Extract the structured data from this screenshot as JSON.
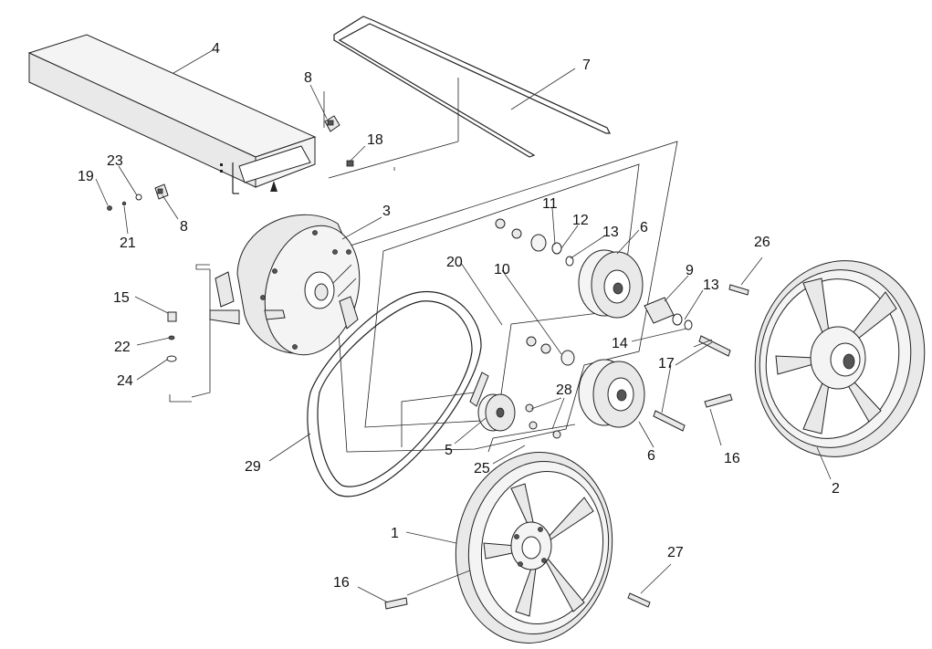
{
  "callouts": {
    "c1": "1",
    "c2": "2",
    "c3": "3",
    "c4": "4",
    "c5": "5",
    "c6a": "6",
    "c6b": "6",
    "c7": "7",
    "c8a": "8",
    "c8b": "8",
    "c9": "9",
    "c10": "10",
    "c11": "11",
    "c12": "12",
    "c13a": "13",
    "c13b": "13",
    "c14": "14",
    "c15": "15",
    "c16a": "16",
    "c16b": "16",
    "c17": "17",
    "c18": "18",
    "c19": "19",
    "c20": "20",
    "c21": "21",
    "c22": "22",
    "c23": "23",
    "c24": "24",
    "c25": "25",
    "c26": "26",
    "c27": "27",
    "c28": "28",
    "c29": "29"
  }
}
